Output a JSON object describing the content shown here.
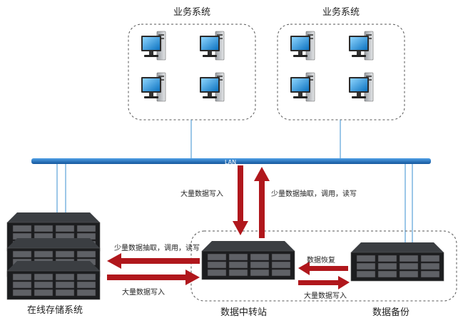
{
  "groups": {
    "left_title": "业务系统",
    "right_title": "业务系统"
  },
  "network": {
    "lan_label": "LAN"
  },
  "flows": {
    "write_large_down": "大量数据写入",
    "read_small_up": "少量数据抽取，调用，读写",
    "read_small_left": "少量数据抽取，调用，读写",
    "write_large_right": "大量数据写入",
    "restore": "数据恢复",
    "write_large_backup": "大量数据写入"
  },
  "nodes": {
    "online_storage": "在线存储系统",
    "transfer_station": "数据中转站",
    "backup": "数据备份"
  },
  "colors": {
    "lan": "#1e6fc4",
    "arrow": "#b0171c",
    "dashed": "#555555",
    "monitor_screen": "#1a8fd6",
    "line": "#3a8fd0"
  }
}
